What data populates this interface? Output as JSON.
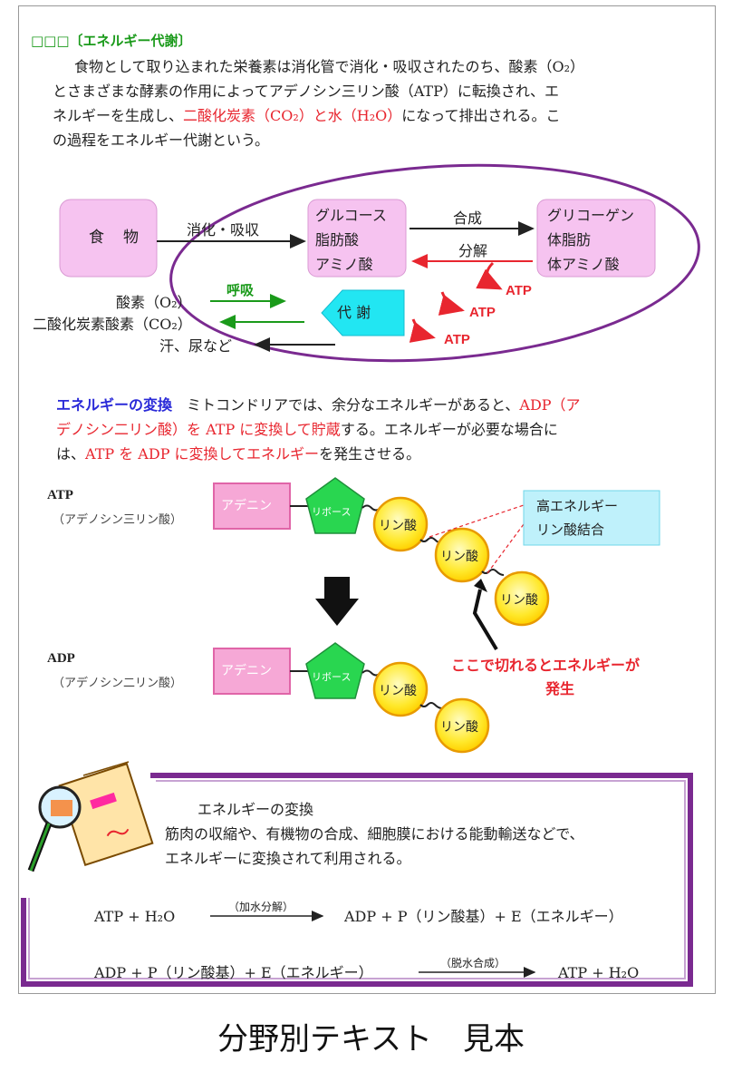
{
  "section_title": "□□□〔エネルギー代謝〕",
  "intro": {
    "line1": "食物として取り込まれた栄養素は消化管で消化・吸収されたのち、酸素（O₂）",
    "line2": "とさまざまな酵素の作用によってアデノシン三リン酸（ATP）に転換され、エ",
    "line3_pre": "ネルギーを生成し、",
    "line3_red": "二酸化炭素（CO₂）と水（H₂O）",
    "line3_post": "になって排出される。こ",
    "line4": "の過程をエネルギー代謝という。"
  },
  "metabolism_diagram": {
    "food": "食　物",
    "digest": "消化・吸収",
    "glucose_box": [
      "グルコース",
      "脂肪酸",
      "アミノ酸"
    ],
    "synthesis": "合成",
    "decompose": "分解",
    "glycogen_box": [
      "グリコーゲン",
      "体脂肪",
      "体アミノ酸"
    ],
    "respiration": "呼吸",
    "oxygen": "酸素（O₂）",
    "co2": "二酸化炭素酸素（CO₂）",
    "sweat": "汗、尿など",
    "metabolism": "代 謝",
    "atp": "ATP"
  },
  "energy_conversion": {
    "title": "エネルギーの変換",
    "line1_pre": "　ミトコンドリアでは、余分なエネルギーがあると、",
    "line1_red": "ADP（ア",
    "line2_red": "デノシン二リン酸）を ATP に変換して貯蔵",
    "line2_post": "する。エネルギーが必要な場合に",
    "line3_pre": "は、",
    "line3_red": "ATP を ADP に変換してエネルギー",
    "line3_post": "を発生させる。"
  },
  "atp_molecule": {
    "label": "ATP",
    "sublabel": "（アデノシン三リン酸）",
    "adenine": "アデニン",
    "ribose": "リボース",
    "phosphate": "リン酸",
    "note": [
      "高エネルギー",
      "リン酸結合"
    ]
  },
  "adp_molecule": {
    "label": "ADP",
    "sublabel": "（アデノシン二リン酸）",
    "adenine": "アデニン",
    "ribose": "リボース",
    "phosphate": "リン酸"
  },
  "cut_note": [
    "ここで切れるとエネルギーが",
    "発生"
  ],
  "box": {
    "title": "エネルギーの変換",
    "line1": "筋肉の収縮や、有機物の合成、細胞膜における能動輸送などで、",
    "line2": "エネルギーに変換されて利用される。",
    "eq1_left": "ATP + H₂O",
    "eq1_cond": "（加水分解）",
    "eq1_right": "ADP + P（リン酸基）+ E（エネルギー）",
    "eq2_left": "ADP + P（リン酸基）+ E（エネルギー）",
    "eq2_cond": "（脱水合成）",
    "eq2_right": "ATP + H₂O"
  },
  "footer_caption": "分野別テキスト　見本",
  "colors": {
    "pink": "#f6c3f0",
    "cyan": "#22e6f2",
    "note_cyan": "#bff1fb",
    "green": "#1a9a1a",
    "red": "#e8262f",
    "purple": "#7a2a90"
  }
}
